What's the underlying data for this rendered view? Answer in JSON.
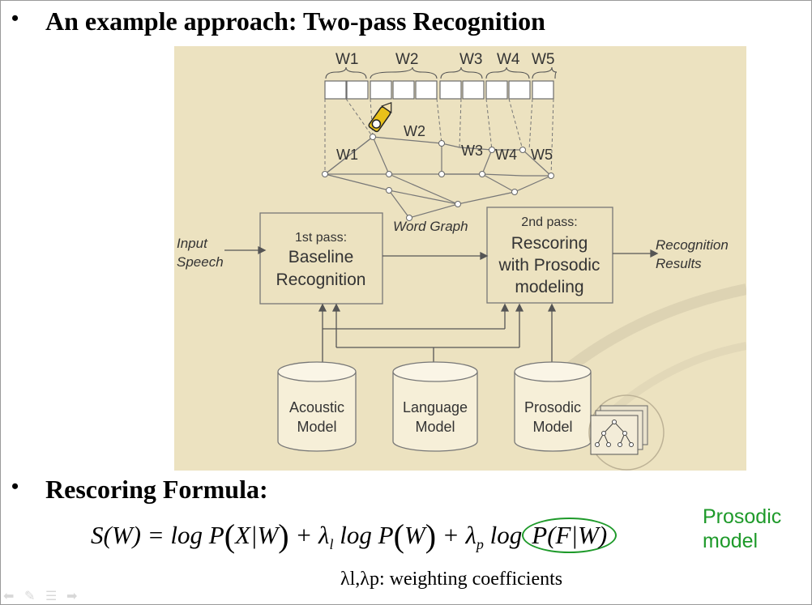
{
  "bullets": {
    "heading1": "An example approach: Two-pass Recognition",
    "heading2": "Rescoring Formula:",
    "marker": "•"
  },
  "diagram": {
    "words_top": [
      "W1",
      "W2",
      "W3",
      "W4",
      "W5"
    ],
    "words_graph": [
      "W1",
      "W2",
      "W3",
      "W4",
      "W5"
    ],
    "word_graph_label": "Word Graph",
    "input_label": [
      "Input",
      "Speech"
    ],
    "first_pass": [
      "1st pass:",
      "Baseline",
      "Recognition"
    ],
    "second_pass": [
      "2nd pass:",
      "Rescoring",
      "with Prosodic",
      "modeling"
    ],
    "output_label": [
      "Recognition",
      "Results"
    ],
    "models": [
      [
        "Acoustic",
        "Model"
      ],
      [
        "Language",
        "Model"
      ],
      [
        "Prosodic",
        "Model"
      ]
    ]
  },
  "formula": {
    "lhs": "S(W) = log P",
    "term1": "X|W",
    "plus1": "+ λ",
    "sub_l": "l",
    "mid": " log P",
    "term2": "W",
    "plus2": "+ λ",
    "sub_p": "p",
    "log3": " log",
    "term3": "P(F|W)",
    "prosodic_model": [
      "Prosodic",
      "model"
    ],
    "coefficients": "λl,λp: weighting coefficients",
    "accent_color": "#1e9a2a"
  },
  "icons": [
    "pencil-cursor-icon",
    "tree-thumbnail-icon",
    "back-arrow-icon",
    "pen-icon",
    "menu-icon",
    "forward-arrow-icon"
  ]
}
